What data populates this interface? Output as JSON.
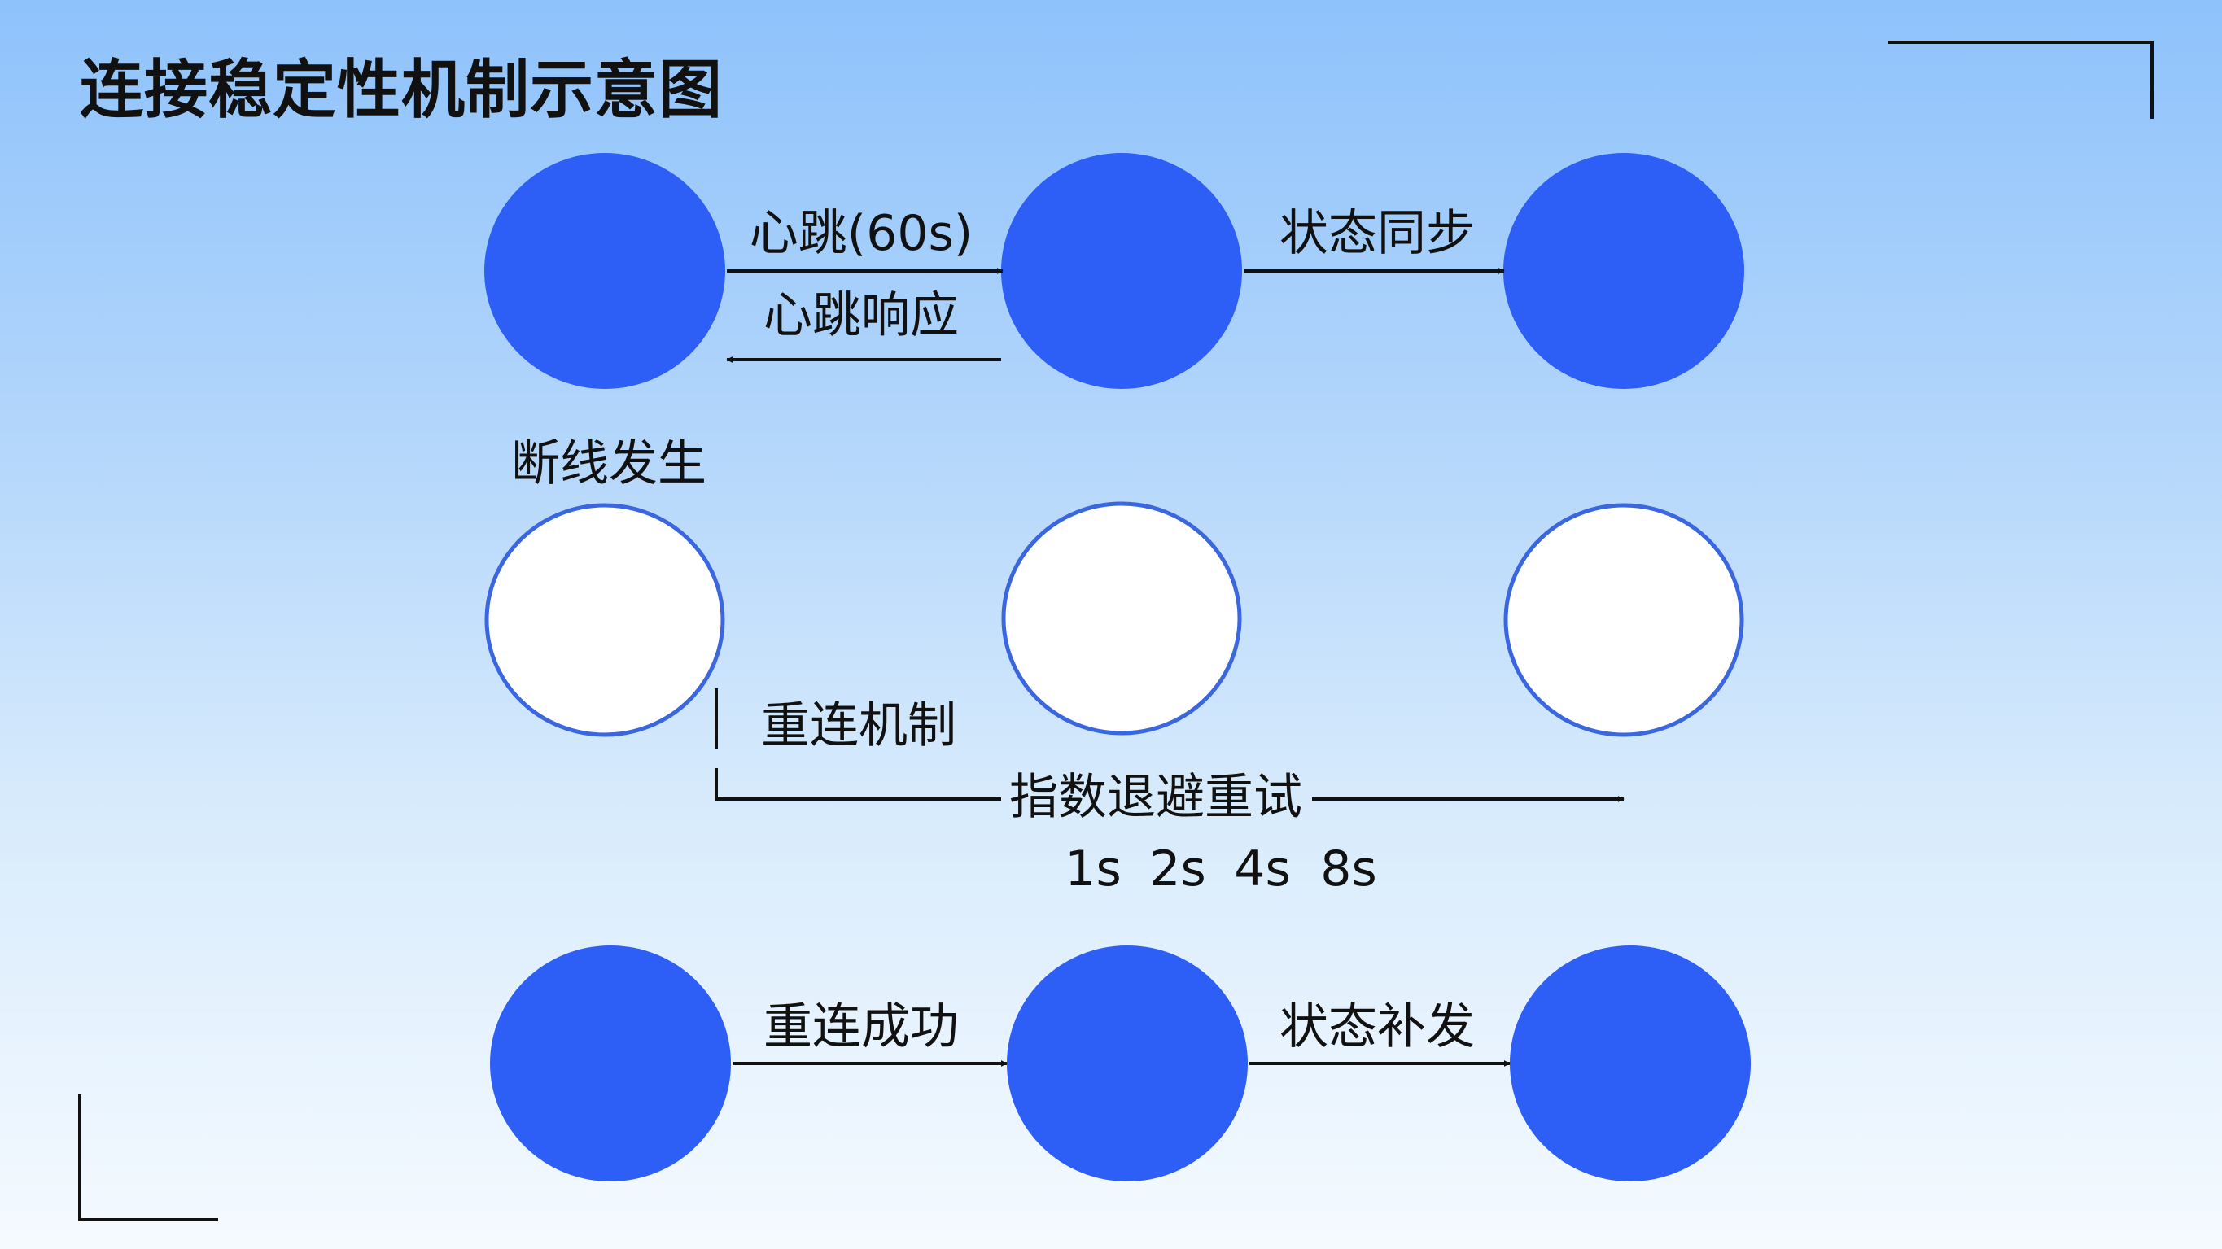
{
  "title": "连接稳定性机制示意图",
  "colors": {
    "node_filled": "#2d5ef5",
    "node_outline": "#3a66e0",
    "line": "#111111"
  },
  "row1": {
    "heartbeat": "心跳(60s)",
    "heartbeat_response": "心跳响应",
    "state_sync": "状态同步"
  },
  "row2": {
    "disconnect": "断线发生",
    "reconnect_mechanism": "重连机制",
    "backoff_retry": "指数退避重试",
    "intervals": [
      "1s",
      "2s",
      "4s",
      "8s"
    ]
  },
  "row3": {
    "reconnect_success": "重连成功",
    "state_resend": "状态补发"
  }
}
